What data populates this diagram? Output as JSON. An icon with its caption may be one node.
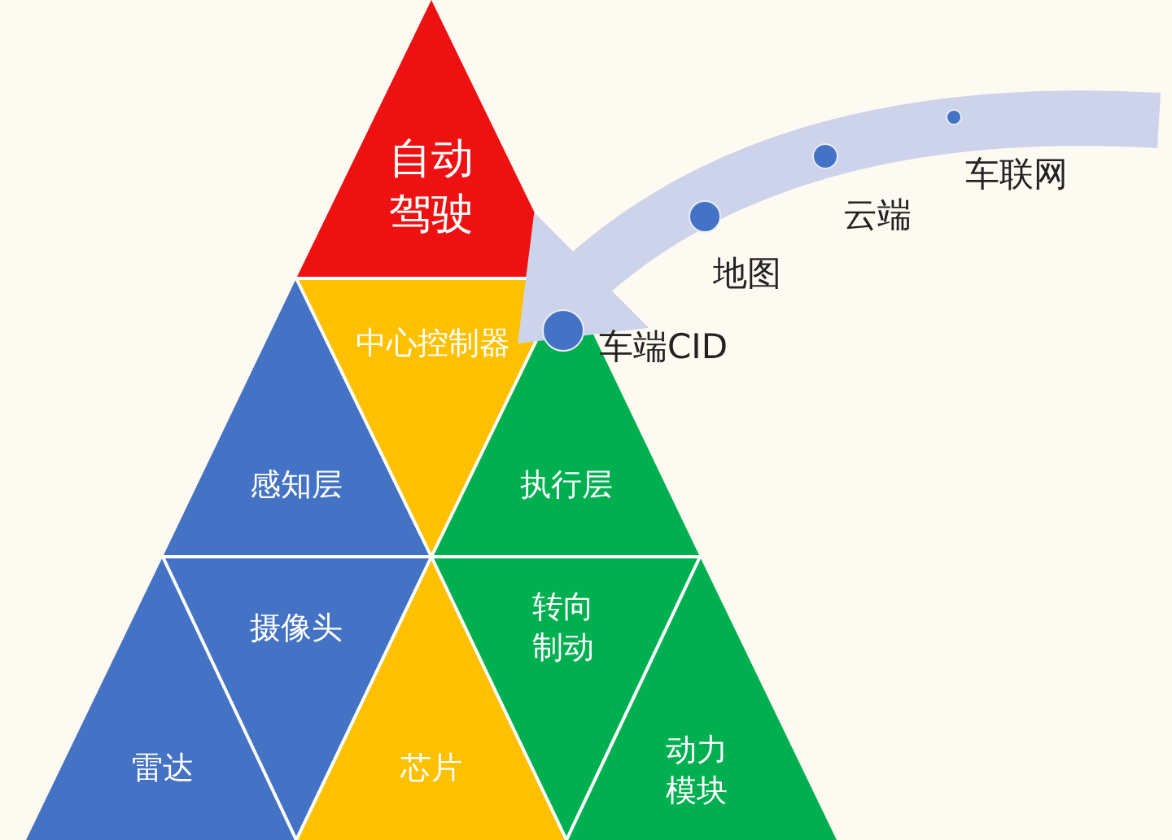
{
  "diagram": {
    "nodes": [
      {
        "text": [
          "自动驾驶"
        ]
      },
      {
        "text": [
          "中心控制器"
        ]
      },
      {
        "text": [
          "感知层"
        ]
      },
      {
        "text": [
          "执行层"
        ]
      },
      {
        "text": [
          "摄像头"
        ]
      },
      {
        "text": [
          "转向制动"
        ]
      },
      {
        "text": [
          "雷达"
        ]
      },
      {
        "text": [
          "芯片"
        ]
      },
      {
        "text": [
          "动力模块"
        ]
      },
      {
        "text": [],
        "shape": "circle",
        "beside": [
          "车联网"
        ]
      },
      {
        "text": [],
        "shape": "circle",
        "beside": [
          "云端"
        ]
      },
      {
        "text": [],
        "shape": "circle",
        "beside": [
          "地图"
        ]
      },
      {
        "text": [],
        "shape": "circle",
        "beside": [
          "车端CID"
        ]
      }
    ],
    "edges": [
      {
        "from": null,
        "to": 1,
        "arrow": "to"
      }
    ]
  }
}
